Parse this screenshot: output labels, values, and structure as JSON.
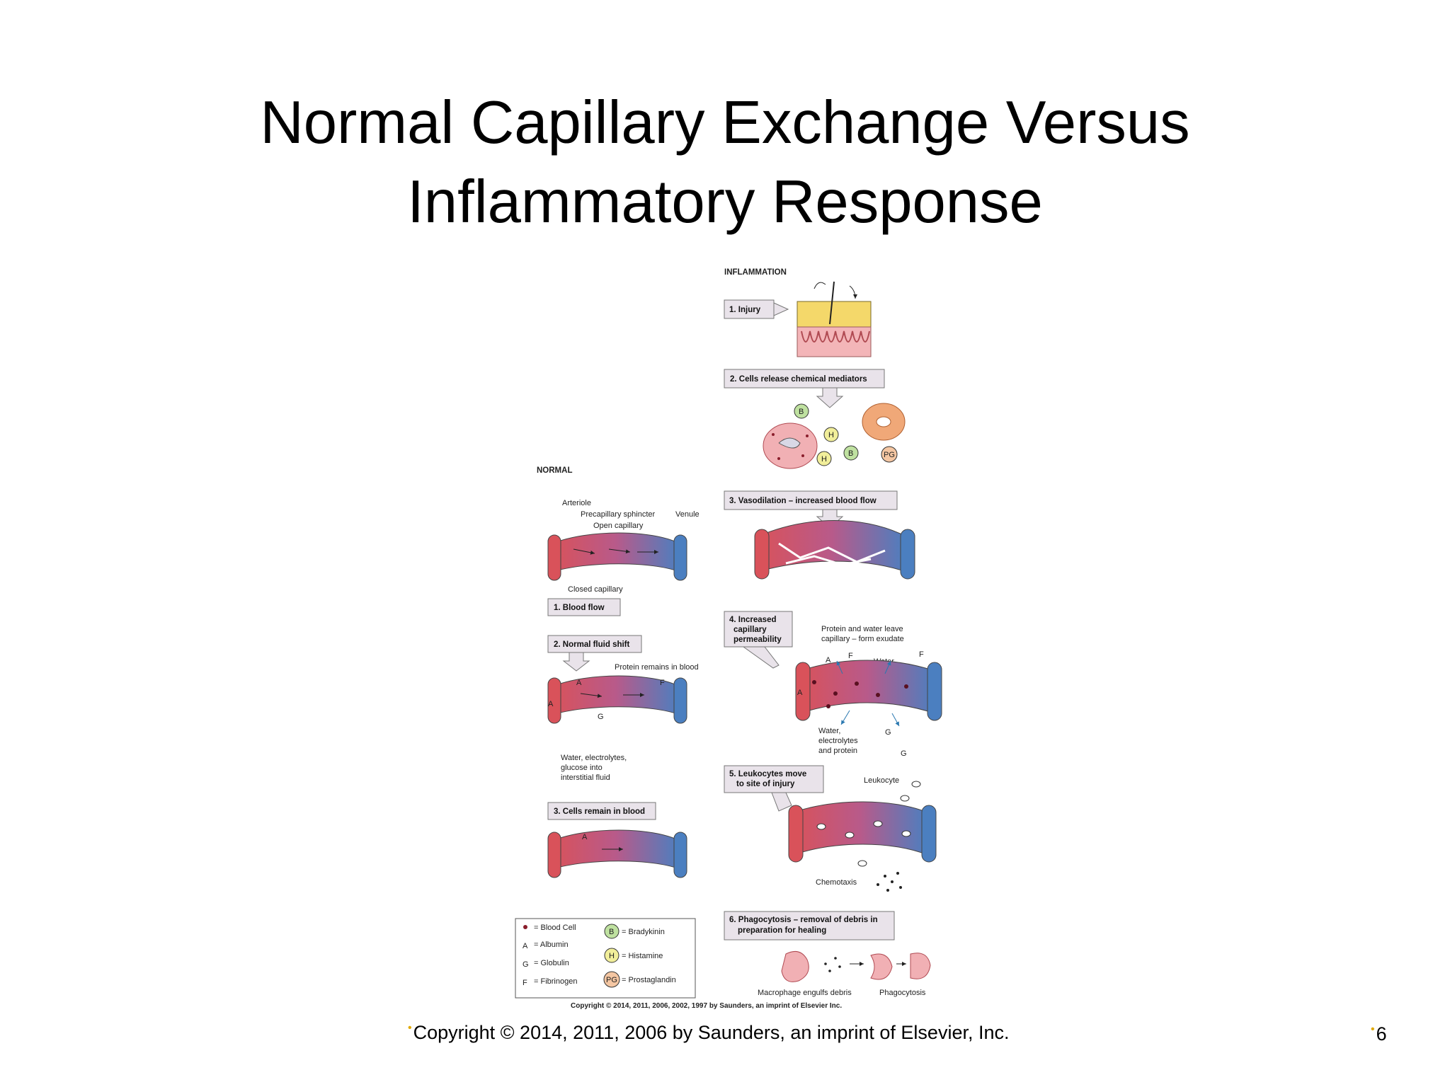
{
  "slide": {
    "title_line1": "Normal Capillary Exchange Versus",
    "title_line2": "Inflammatory Response",
    "footer": "Copyright © 2014, 2011, 2006 by Saunders, an imprint of Elsevier, Inc.",
    "page_number": "6"
  },
  "figure": {
    "inflammation_heading": "INFLAMMATION",
    "normal_heading": "NORMAL",
    "steps_inflammation": [
      "1. Injury",
      "2. Cells release chemical mediators",
      "3. Vasodilation – increased blood flow",
      "4. Increased",
      "capillary",
      "permeability",
      "5. Leukocytes move",
      "to site of injury",
      "6. Phagocytosis – removal of debris in",
      "preparation for healing"
    ],
    "steps_normal": [
      "1. Blood flow",
      "2. Normal fluid shift",
      "3. Cells remain in blood"
    ],
    "normal_labels": {
      "arteriole": "Arteriole",
      "sphincter": "Precapillary sphincter",
      "open_capillary": "Open capillary",
      "venule": "Venule",
      "closed_capillary": "Closed capillary",
      "protein_remains": "Protein remains in blood",
      "water_line1": "Water, electrolytes,",
      "water_line2": "glucose into",
      "water_line3": "interstitial fluid"
    },
    "inflammation_labels": {
      "exudate_line1": "Protein and water leave",
      "exudate_line2": "capillary – form exudate",
      "water": "Water",
      "water2_line1": "Water,",
      "water2_line2": "electrolytes",
      "water2_line3": "and protein",
      "leukocyte": "Leukocyte",
      "chemotaxis": "Chemotaxis",
      "macrophage": "Macrophage engulfs debris",
      "phagocytosis": "Phagocytosis"
    },
    "letters": {
      "a": "A",
      "f": "F",
      "g": "G",
      "b": "B",
      "h": "H",
      "pg": "PG"
    },
    "legend": [
      "= Blood Cell",
      "= Albumin",
      "= Globulin",
      "= Fibrinogen",
      "= Bradykinin",
      "= Histamine",
      "= Prostaglandin"
    ],
    "figure_copyright": "Copyright © 2014, 2011, 2006, 2002, 1997 by Saunders, an imprint of Elsevier Inc.",
    "colors": {
      "arterial": "#d9525a",
      "venous": "#4b7fc0",
      "box_fill": "#e9e3ea",
      "bullet": "#e0a800"
    }
  }
}
